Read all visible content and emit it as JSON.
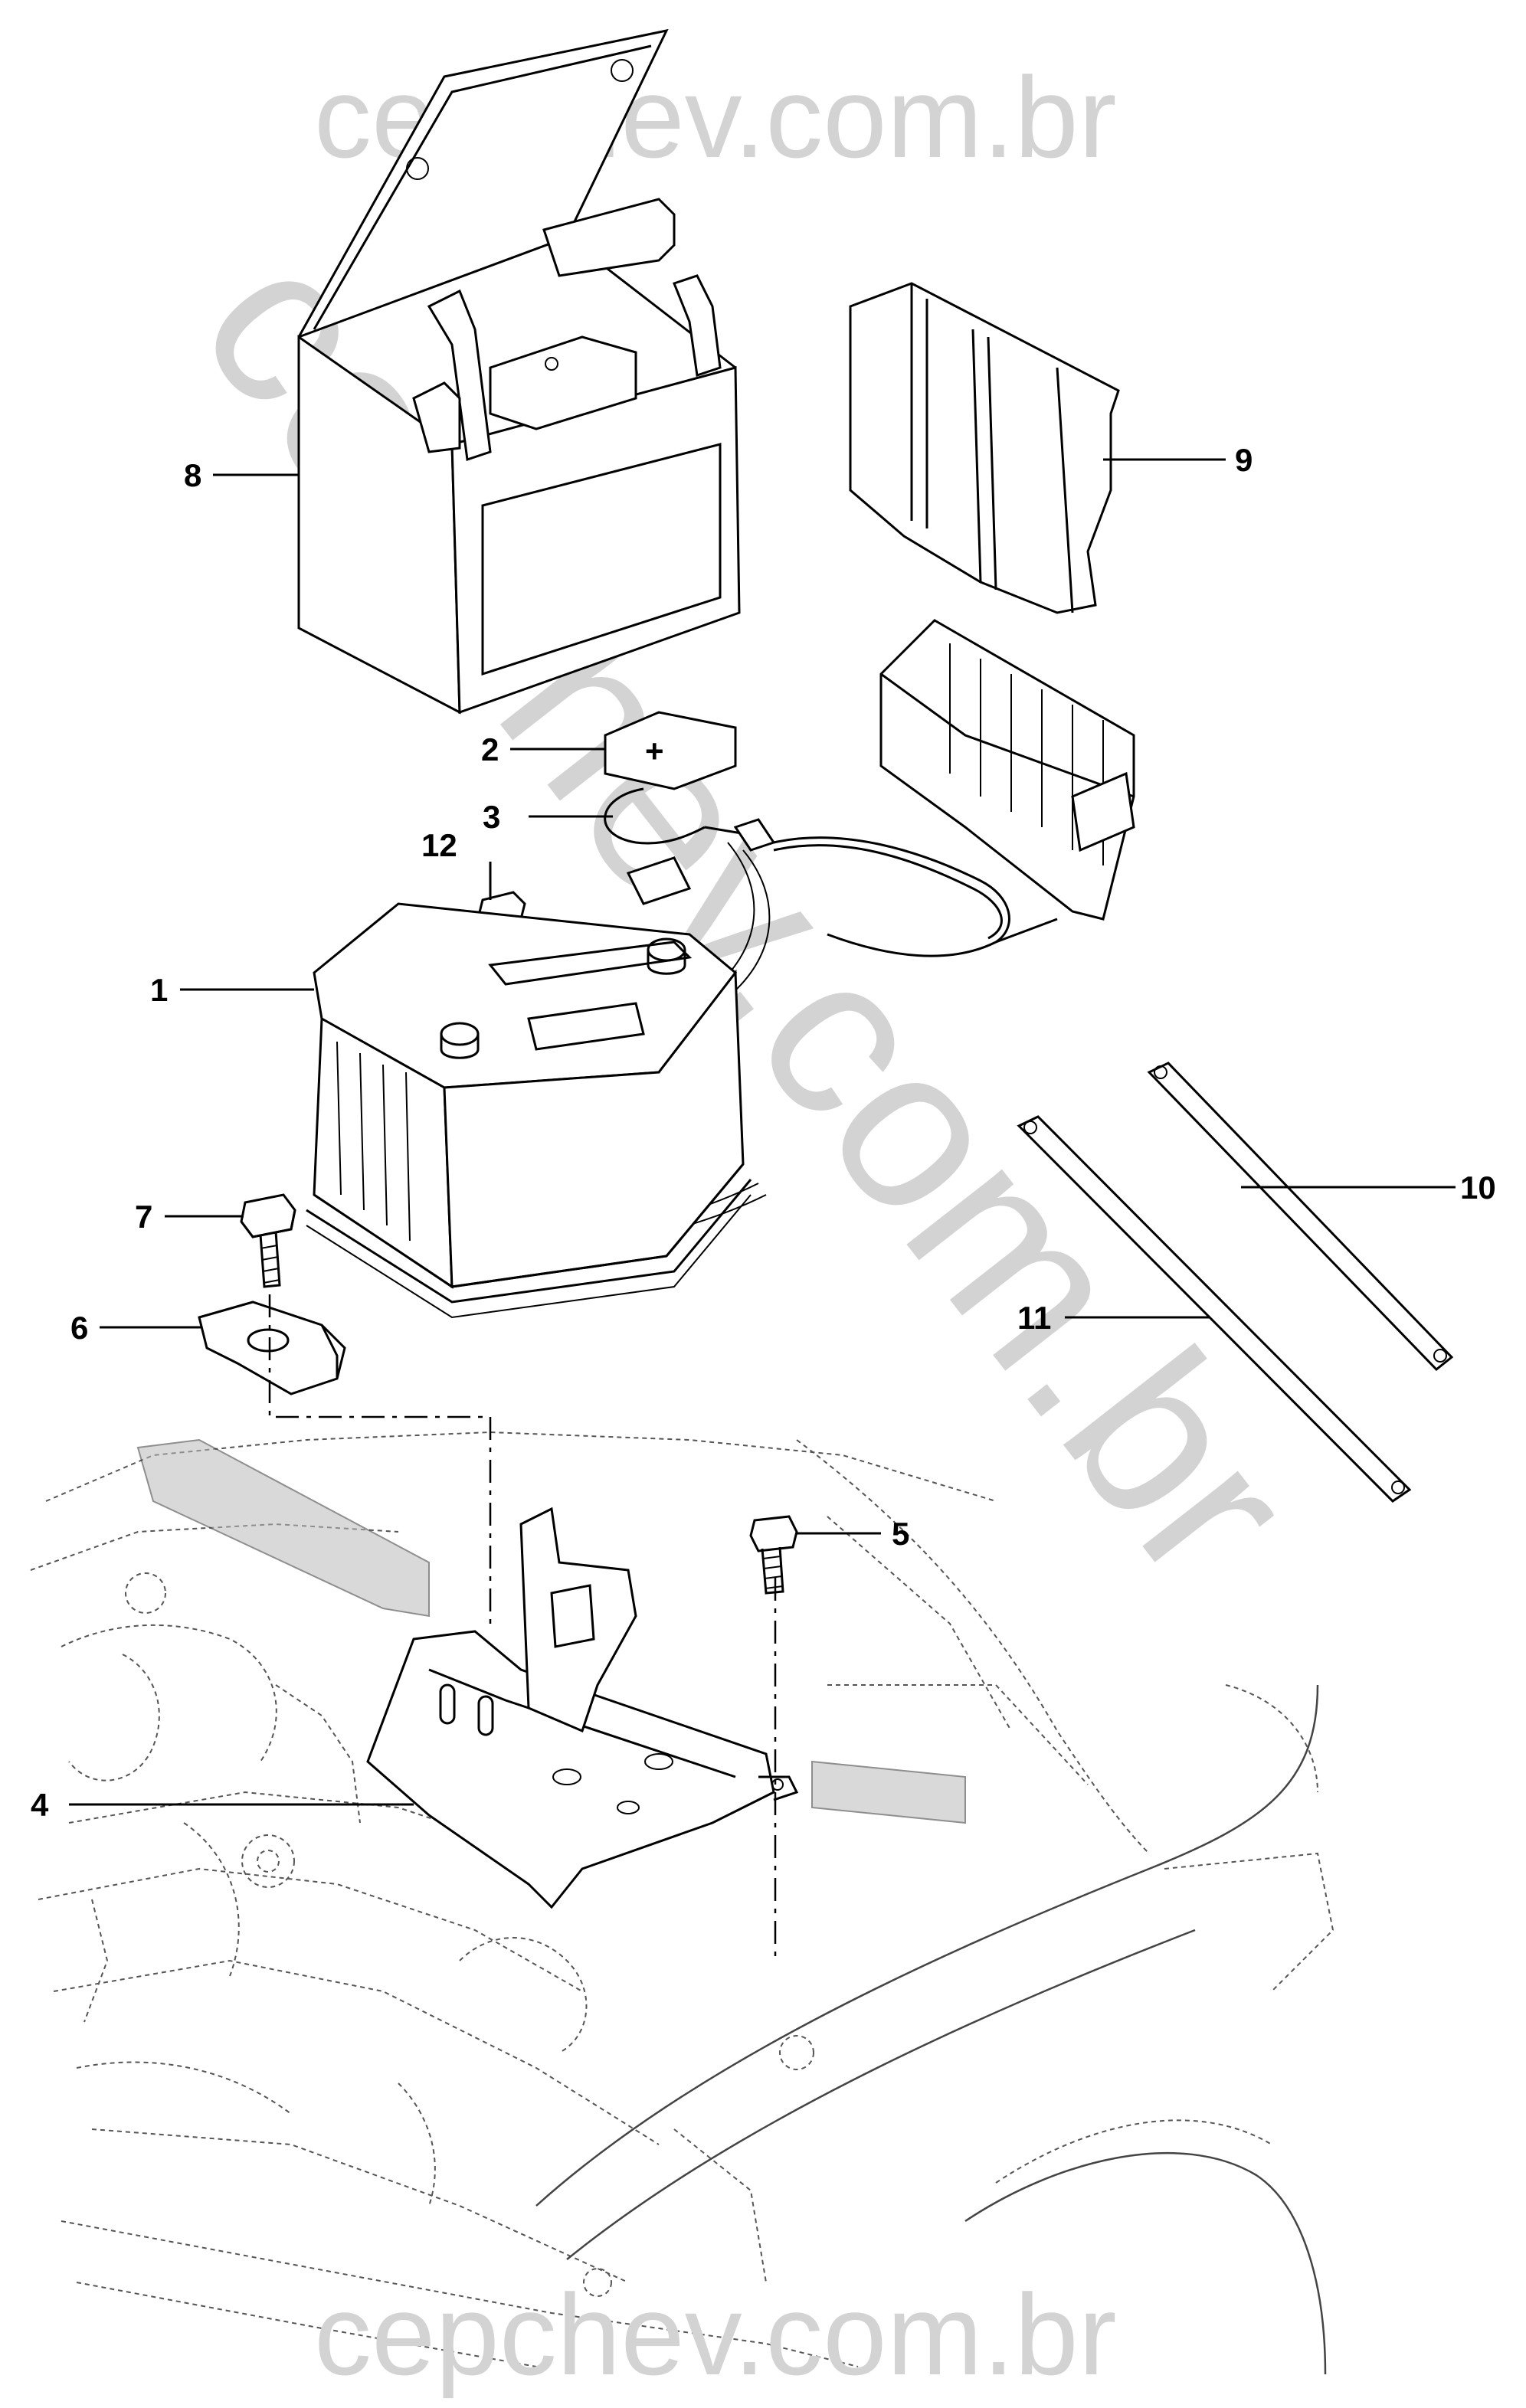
{
  "watermark": {
    "top": "cepchev.com.br",
    "diagonal": "cepchev.com.br",
    "bottom": "cepchev.com.br"
  },
  "callouts": {
    "c1": "1",
    "c2": "2",
    "c3": "3",
    "c4": "4",
    "c5": "5",
    "c6": "6",
    "c7": "7",
    "c8": "8",
    "c9": "9",
    "c10": "10",
    "c11": "11",
    "c12": "12"
  },
  "cover_mark": "+"
}
